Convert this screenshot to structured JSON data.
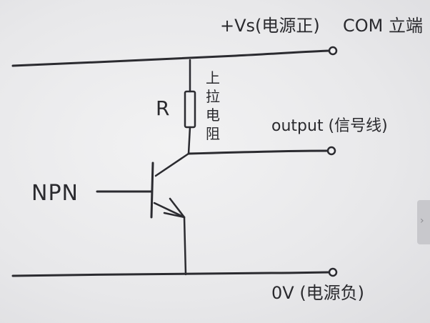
{
  "labels": {
    "vs": "+Vs(电源正)",
    "com": "COM 立端",
    "output": "output (信号线)",
    "resistor": "R",
    "pullup_chars": [
      "上",
      "拉",
      "电",
      "阻"
    ],
    "transistor": "NPN",
    "ground": "0V (电源负)"
  },
  "icons": {
    "scroll_tab": "chevron-right-icon",
    "scroll_tab_glyph": "›"
  }
}
